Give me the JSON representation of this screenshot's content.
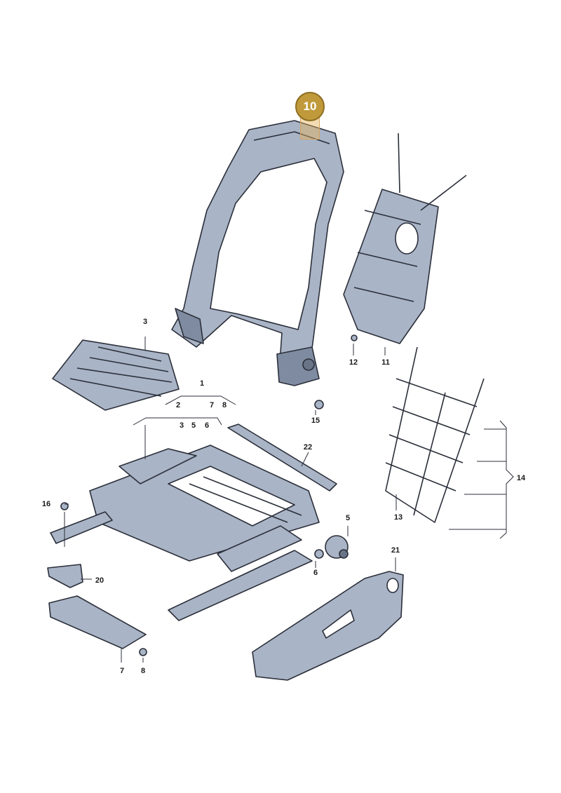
{
  "diagram": {
    "highlight_callout": "10",
    "accent_color": "#c09a3a",
    "part_color": "#a9b4c6",
    "labels": {
      "l1": "1",
      "l2": "2",
      "l3a": "3",
      "l3b": "3",
      "l5a": "5",
      "l5b": "5",
      "l6a": "6",
      "l6b": "6",
      "l7a": "7",
      "l7b": "7",
      "l8a": "8",
      "l8b": "8",
      "l11": "11",
      "l12": "12",
      "l13": "13",
      "l14": "14",
      "l15": "15",
      "l16": "16",
      "l20": "20",
      "l21": "21",
      "l22": "22"
    }
  }
}
